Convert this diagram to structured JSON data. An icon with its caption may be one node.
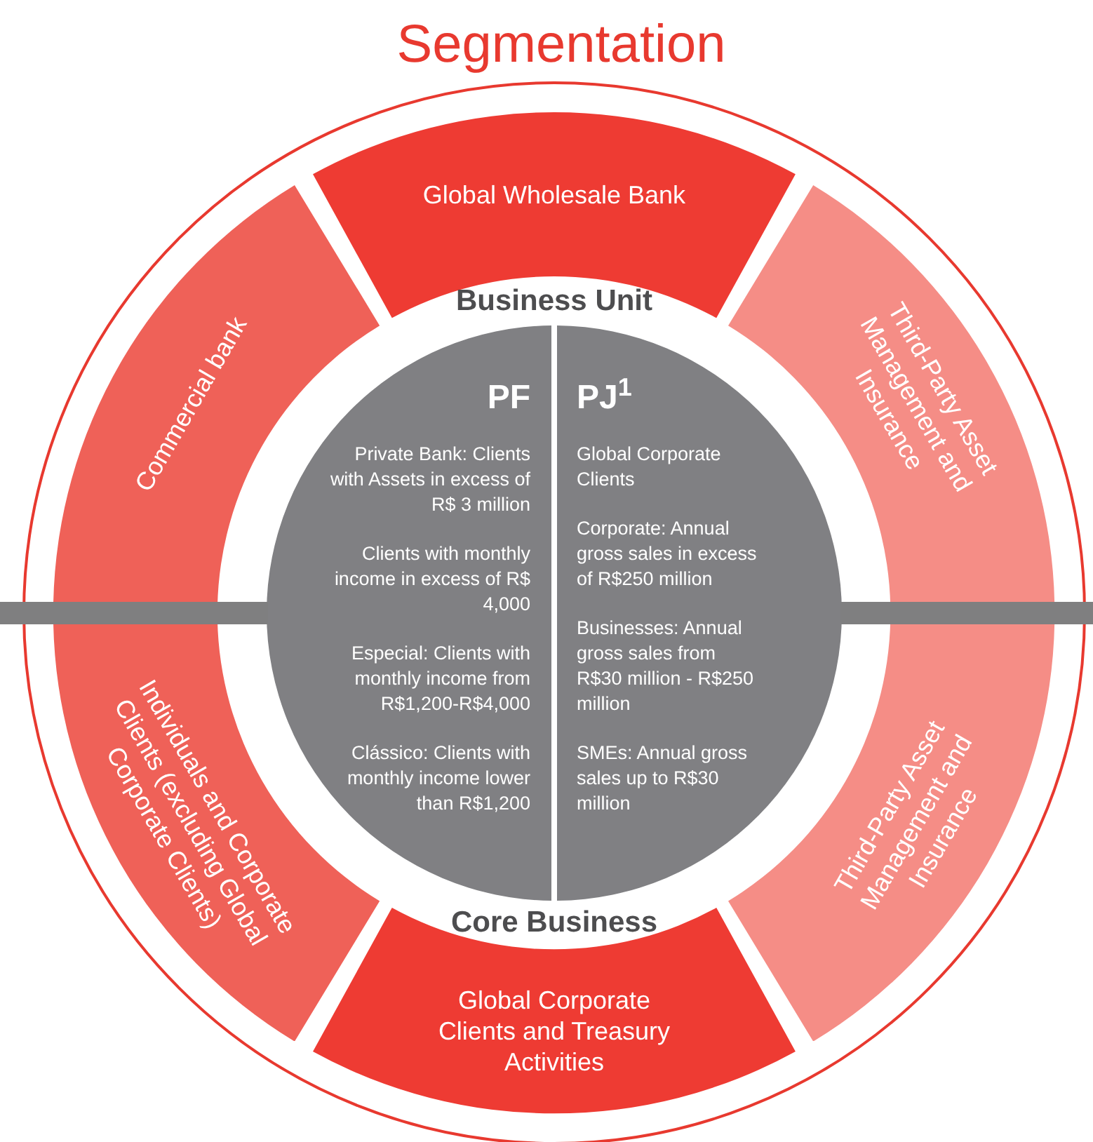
{
  "diagram": {
    "title": "Segmentation",
    "nodes": [
      {
        "text": [
          "PF",
          "Private Bank: Clients with Assets in excess of R$ 3 million",
          "Clients with monthly income in excess of R$ 4,000",
          "Especial: Clients with monthly income from R$1,200-R$4,000",
          "Clássico: Clients with monthly income lower than R$1,200"
        ]
      },
      {
        "text": [
          "PJ$^{1}$",
          "Global Corporate Clients",
          "Corporate: Annual gross sales in excess of R$250 million",
          "Businesses: Annual gross sales from R$30 million - R$250 million",
          "SMEs: Annual gross sales up to R$30 million"
        ]
      },
      {
        "text": [
          "Commercial bank"
        ]
      },
      {
        "text": [
          "Global Wholesale Bank"
        ]
      },
      {
        "text": [
          "Third-Party Asset Management and Insurance"
        ]
      },
      {
        "text": [
          "Individuals and Corporate Clients (excluding Global Corporate Clients)"
        ]
      },
      {
        "text": [
          "Global Corporate Clients and Treasury Activities"
        ]
      },
      {
        "text": [
          "Third-Party Asset Management and Insurance"
        ]
      }
    ],
    "labels": [
      "Business Unit",
      "Core Business"
    ]
  }
}
